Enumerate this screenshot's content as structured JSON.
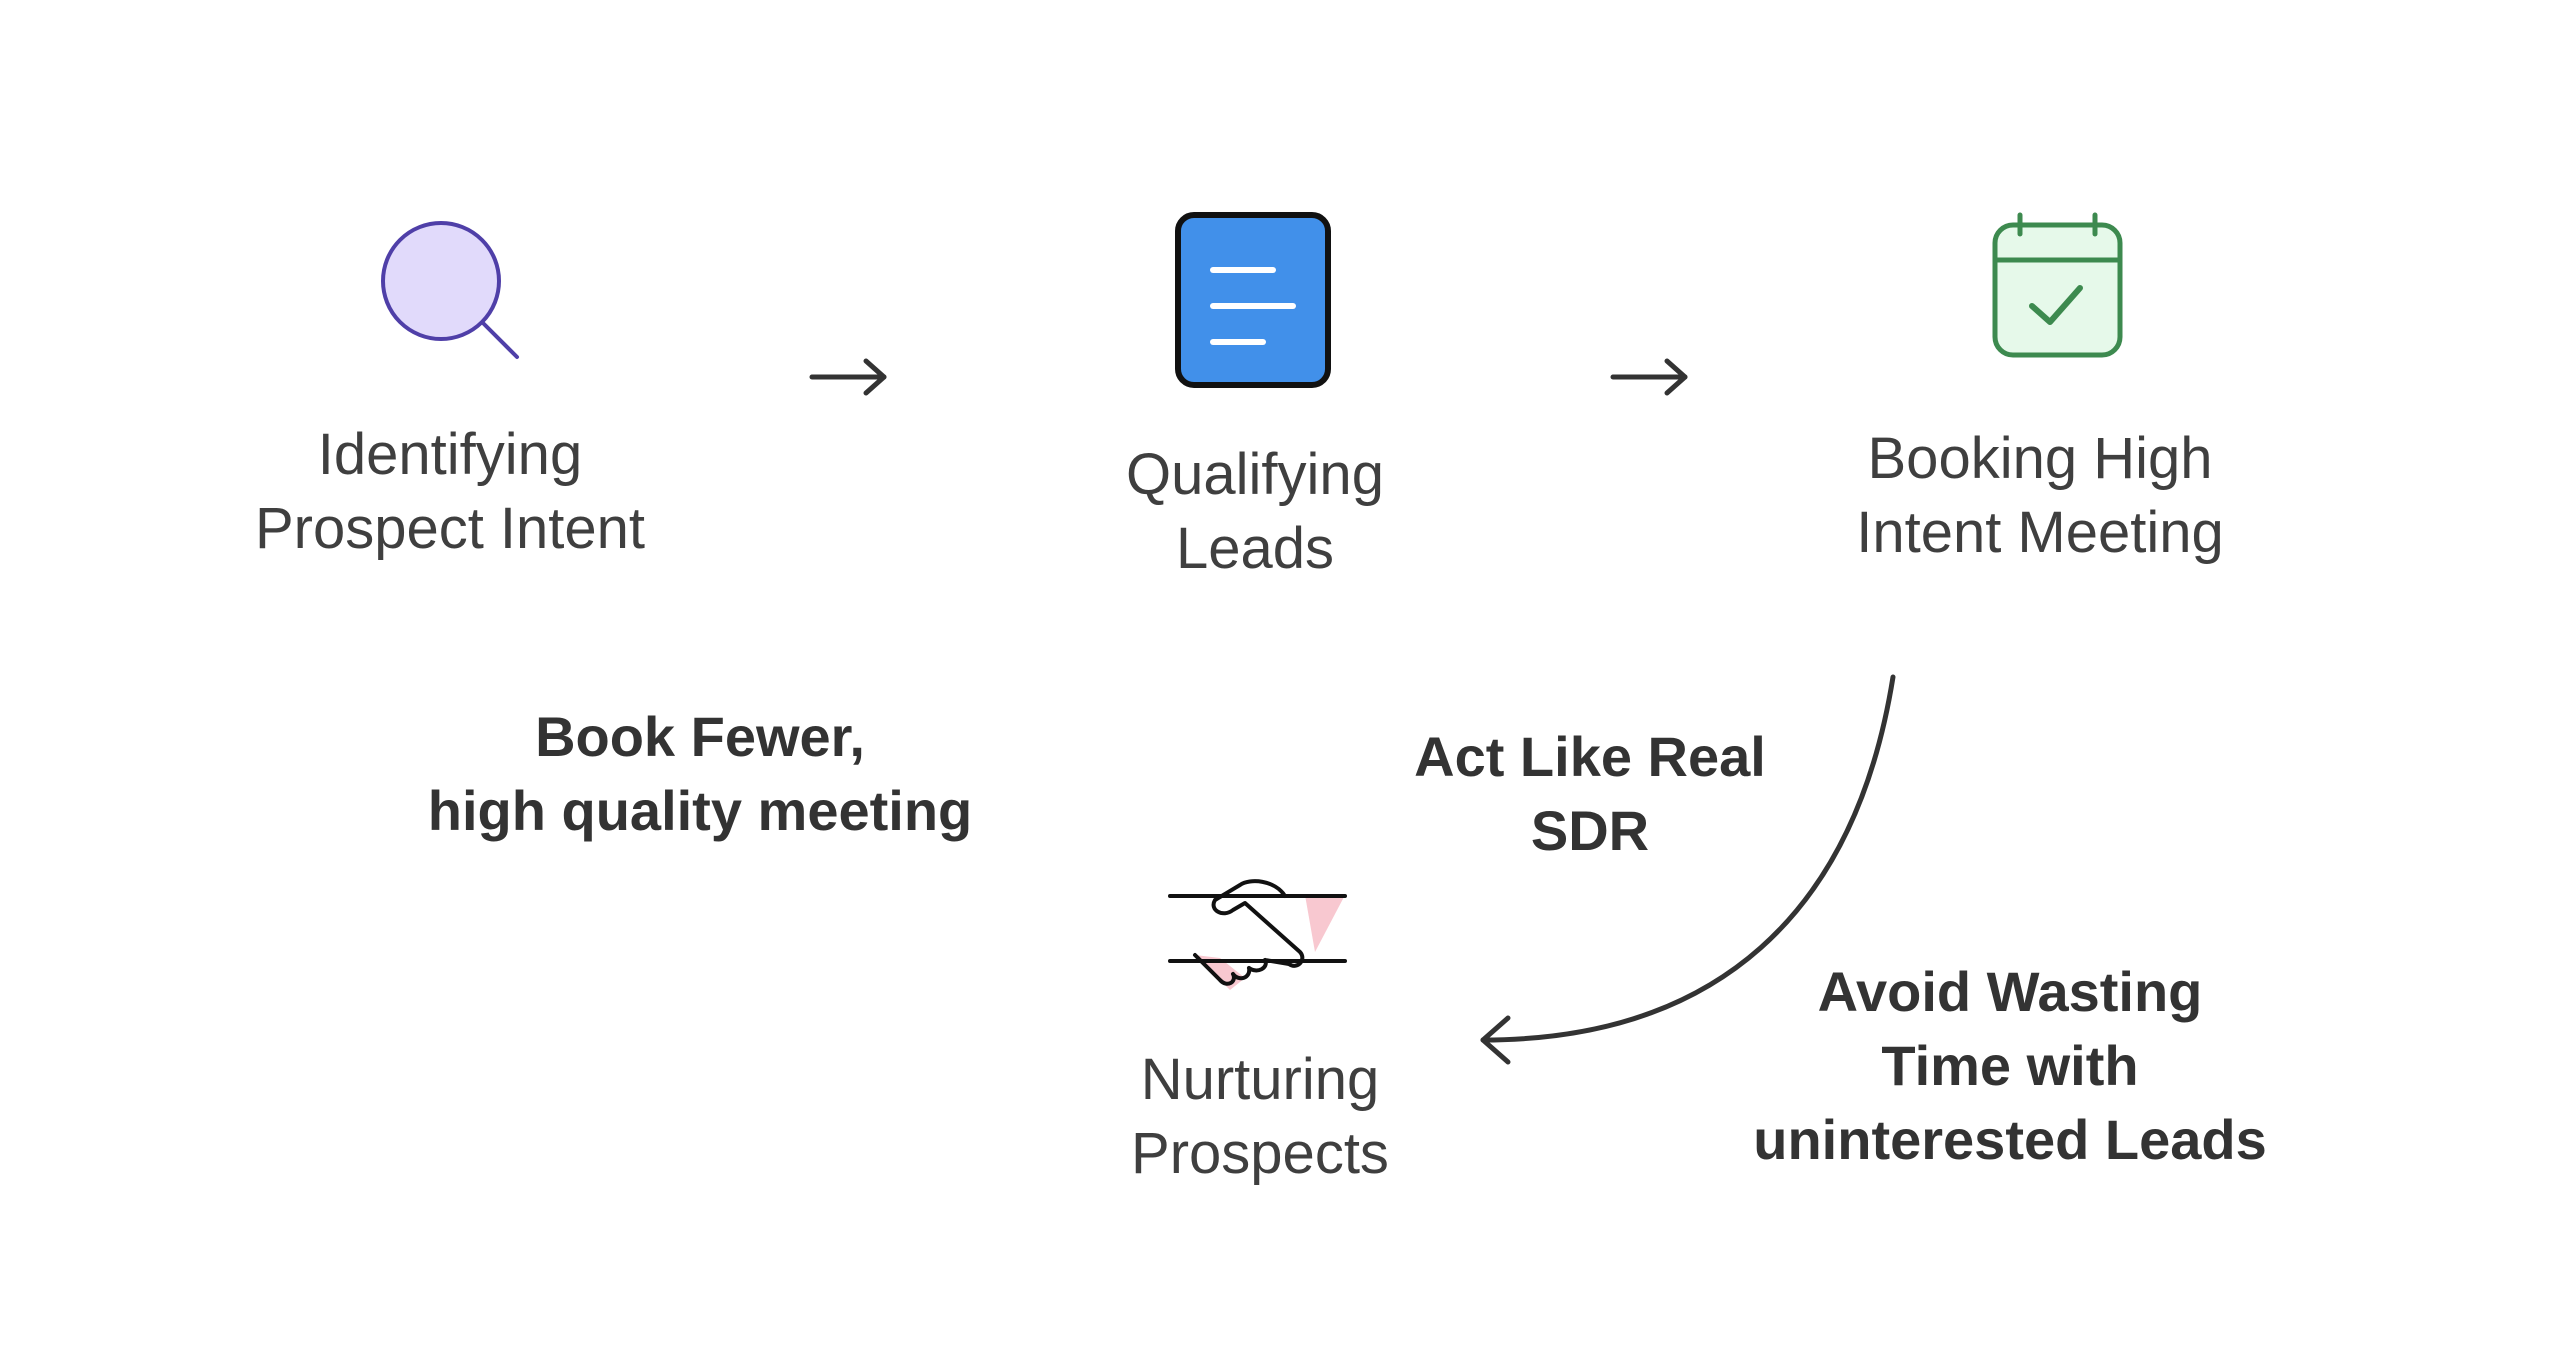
{
  "nodes": {
    "identify": {
      "icon": "magnifying-glass-icon",
      "line1": "Identifying",
      "line2": "Prospect Intent"
    },
    "qualify": {
      "icon": "document-icon",
      "line1": "Qualifying",
      "line2": "Leads"
    },
    "booking": {
      "icon": "calendar-check-icon",
      "line1": "Booking High",
      "line2": "Intent Meeting"
    },
    "nurture": {
      "icon": "handshake-icon",
      "line1": "Nurturing",
      "line2": "Prospects"
    }
  },
  "notes": {
    "book_fewer": {
      "line1": "Book Fewer,",
      "line2": "high quality meeting"
    },
    "act_like": {
      "line1": "Act Like Real",
      "line2": "SDR"
    },
    "avoid": {
      "line1": "Avoid Wasting",
      "line2": "Time with",
      "line3": "uninterested Leads"
    }
  },
  "colors": {
    "text": "#3f3f3f",
    "search_fill": "#e1dafb",
    "search_stroke": "#4f3fa8",
    "doc_fill": "#4190ea",
    "doc_stroke": "#111111",
    "calendar_fill": "#e6f9ea",
    "calendar_stroke": "#3d8a4f",
    "hand_pink": "#f8c8d0",
    "arrow": "#333333"
  }
}
